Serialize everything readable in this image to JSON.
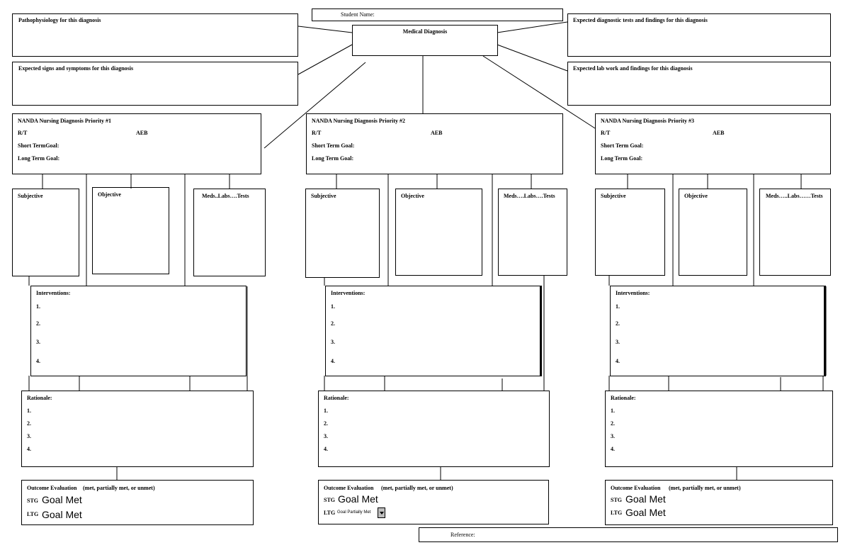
{
  "header": {
    "student_name_label": "Student Name:",
    "medical_diagnosis_label": "Medical Diagnosis",
    "reference_label": "Reference:"
  },
  "top_boxes": {
    "patho": "Pathophysiology for this diagnosis",
    "signs": "Expected signs and symptoms for this diagnosis",
    "tests": "Expected diagnostic tests and findings for this diagnosis",
    "labs": "Expected lab work and findings for this diagnosis"
  },
  "columns": [
    {
      "nanda_title": "NANDA Nursing Diagnosis Priority #1",
      "rt": "R/T",
      "aeb": "AEB",
      "stg": "Short TermGoal:",
      "ltg": "Long Term Goal:",
      "subjective": "Subjective",
      "objective": "Objective",
      "meds": "Meds..Labs….Tests",
      "interventions_title": "Interventions:",
      "interventions": [
        "1.",
        "2.",
        "3.",
        "4."
      ],
      "rationale_title": "Rationale:",
      "rationale": [
        "1.",
        "2.",
        "3.",
        "4."
      ],
      "outcome_title": "Outcome Evaluation",
      "outcome_hint": "(met, partially met, or unmet)",
      "stg_label": "STG",
      "stg_value": "Goal Met",
      "ltg_label": "LTG",
      "ltg_value": "Goal Met"
    },
    {
      "nanda_title": "NANDA Nursing Diagnosis Priority #2",
      "rt": "R/T",
      "aeb": "AEB",
      "stg": "Short Term Goal:",
      "ltg": "Long Term Goal:",
      "subjective": "Subjective",
      "objective": "Objective",
      "meds": "Meds….Labs….Tests",
      "interventions_title": "Interventions:",
      "interventions": [
        "1.",
        "2.",
        "3.",
        "4."
      ],
      "rationale_title": "Rationale:",
      "rationale": [
        "1.",
        "2.",
        "3.",
        "4."
      ],
      "outcome_title": "Outcome Evaluation",
      "outcome_hint": "(met, partially met, or unmet)",
      "stg_label": "STG",
      "stg_value": "Goal Met",
      "ltg_label": "LTG",
      "ltg_value": "Goal Partially Met"
    },
    {
      "nanda_title": "NANDA Nursing Diagnosis Priority #3",
      "rt": "R/T",
      "aeb": "AEB",
      "stg": "Short Term Goal:",
      "ltg": "Long Term Goal:",
      "subjective": "Subjective",
      "objective": "Objective",
      "meds": "Meds…..Labs……Tests",
      "interventions_title": "Interventions:",
      "interventions": [
        "1.",
        "2.",
        "3.",
        "4."
      ],
      "rationale_title": "Rationale:",
      "rationale": [
        "1.",
        "2.",
        "3.",
        "4."
      ],
      "outcome_title": "Outcome Evaluation",
      "outcome_hint": "(met, partially met, or unmet)",
      "stg_label": "STG",
      "stg_value": "Goal Met",
      "ltg_label": "LTG",
      "ltg_value": "Goal Met"
    }
  ]
}
